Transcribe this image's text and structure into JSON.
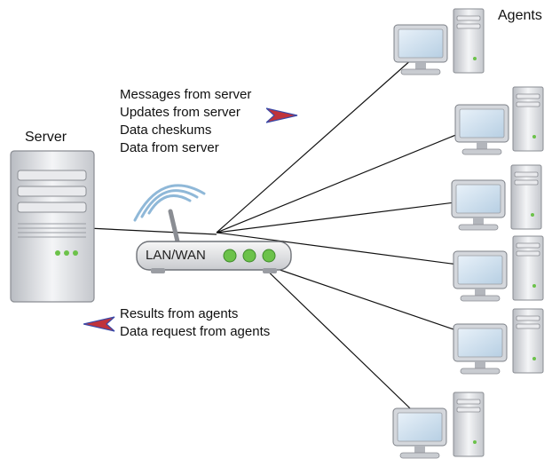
{
  "server_label": "Server",
  "agents_label": "Agents",
  "router_label": "LAN/WAN",
  "downstream_messages": [
    "Messages from server",
    "Updates from server",
    "Data cheskums",
    "Data from server"
  ],
  "upstream_messages": [
    "Results from agents",
    "Data request from agents"
  ],
  "colors": {
    "arrow_fill": "#c0333b",
    "arrow_accent": "#3a4aa8",
    "router_led": "#6cc24a",
    "monitor_screen": "#cfe0ef",
    "signal_wave": "#8fb8d8"
  }
}
